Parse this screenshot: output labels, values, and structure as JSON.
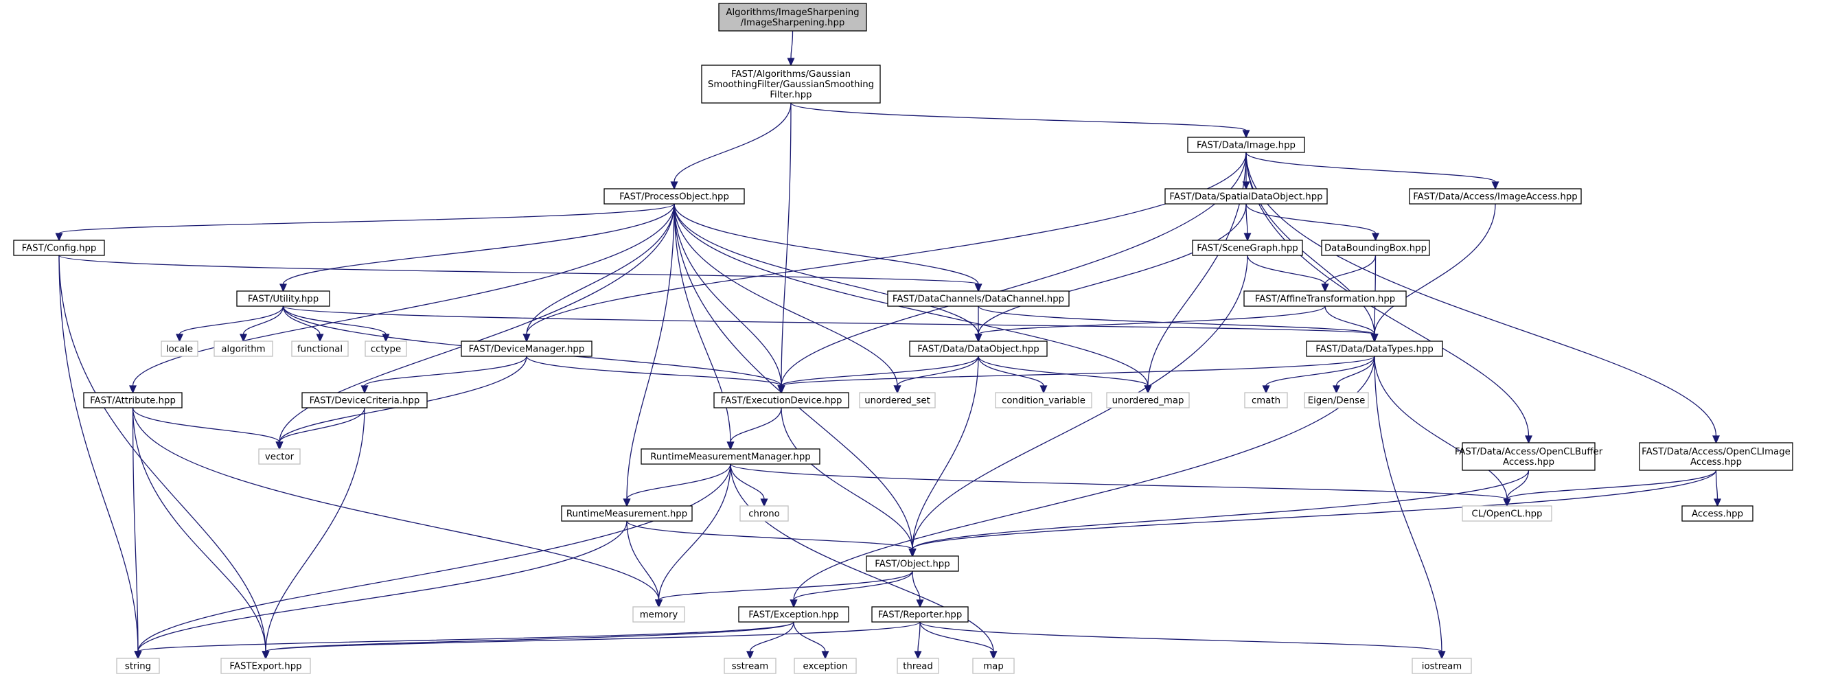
{
  "graph": {
    "nodes": [
      {
        "id": "root",
        "kind": "root",
        "lines": [
          "Algorithms/ImageSharpening",
          "/ImageSharpening.hpp"
        ]
      },
      {
        "id": "gauss",
        "kind": "std",
        "lines": [
          "FAST/Algorithms/Gaussian",
          "SmoothingFilter/GaussianSmoothing",
          "Filter.hpp"
        ]
      },
      {
        "id": "image",
        "kind": "std",
        "lines": [
          "FAST/Data/Image.hpp"
        ]
      },
      {
        "id": "procobj",
        "kind": "std",
        "lines": [
          "FAST/ProcessObject.hpp"
        ]
      },
      {
        "id": "spatial",
        "kind": "std",
        "lines": [
          "FAST/Data/SpatialDataObject.hpp"
        ]
      },
      {
        "id": "imgaccess",
        "kind": "std",
        "lines": [
          "FAST/Data/Access/ImageAccess.hpp"
        ]
      },
      {
        "id": "config",
        "kind": "std",
        "lines": [
          "FAST/Config.hpp"
        ]
      },
      {
        "id": "scenegraph",
        "kind": "std",
        "lines": [
          "FAST/SceneGraph.hpp"
        ]
      },
      {
        "id": "bbox",
        "kind": "std",
        "lines": [
          "DataBoundingBox.hpp"
        ]
      },
      {
        "id": "utility",
        "kind": "std",
        "lines": [
          "FAST/Utility.hpp"
        ]
      },
      {
        "id": "datachannel",
        "kind": "std",
        "lines": [
          "FAST/DataChannels/DataChannel.hpp"
        ]
      },
      {
        "id": "affine",
        "kind": "std",
        "lines": [
          "FAST/AffineTransformation.hpp"
        ]
      },
      {
        "id": "locale",
        "kind": "ext",
        "lines": [
          "locale"
        ]
      },
      {
        "id": "algorithm",
        "kind": "ext",
        "lines": [
          "algorithm"
        ]
      },
      {
        "id": "functional",
        "kind": "ext",
        "lines": [
          "functional"
        ]
      },
      {
        "id": "cctype",
        "kind": "ext",
        "lines": [
          "cctype"
        ]
      },
      {
        "id": "devmgr",
        "kind": "std",
        "lines": [
          "FAST/DeviceManager.hpp"
        ]
      },
      {
        "id": "dataobj",
        "kind": "std",
        "lines": [
          "FAST/Data/DataObject.hpp"
        ]
      },
      {
        "id": "datatypes",
        "kind": "std",
        "lines": [
          "FAST/Data/DataTypes.hpp"
        ]
      },
      {
        "id": "attribute",
        "kind": "std",
        "lines": [
          "FAST/Attribute.hpp"
        ]
      },
      {
        "id": "devcrit",
        "kind": "std",
        "lines": [
          "FAST/DeviceCriteria.hpp"
        ]
      },
      {
        "id": "execdev",
        "kind": "std",
        "lines": [
          "FAST/ExecutionDevice.hpp"
        ]
      },
      {
        "id": "uset",
        "kind": "ext",
        "lines": [
          "unordered_set"
        ]
      },
      {
        "id": "condvar",
        "kind": "ext",
        "lines": [
          "condition_variable"
        ]
      },
      {
        "id": "umap",
        "kind": "ext",
        "lines": [
          "unordered_map"
        ]
      },
      {
        "id": "cmath",
        "kind": "ext",
        "lines": [
          "cmath"
        ]
      },
      {
        "id": "eigen",
        "kind": "ext",
        "lines": [
          "Eigen/Dense"
        ]
      },
      {
        "id": "vector",
        "kind": "ext",
        "lines": [
          "vector"
        ]
      },
      {
        "id": "rtmm",
        "kind": "std",
        "lines": [
          "RuntimeMeasurementManager.hpp"
        ]
      },
      {
        "id": "oclbuf",
        "kind": "std",
        "lines": [
          "FAST/Data/Access/OpenCLBuffer",
          "Access.hpp"
        ]
      },
      {
        "id": "oclimg",
        "kind": "std",
        "lines": [
          "FAST/Data/Access/OpenCLImage",
          "Access.hpp"
        ]
      },
      {
        "id": "rtm",
        "kind": "std",
        "lines": [
          "RuntimeMeasurement.hpp"
        ]
      },
      {
        "id": "chrono",
        "kind": "ext",
        "lines": [
          "chrono"
        ]
      },
      {
        "id": "opencl",
        "kind": "ext",
        "lines": [
          "CL/OpenCL.hpp"
        ]
      },
      {
        "id": "access",
        "kind": "std",
        "lines": [
          "Access.hpp"
        ]
      },
      {
        "id": "object",
        "kind": "std",
        "lines": [
          "FAST/Object.hpp"
        ]
      },
      {
        "id": "memory",
        "kind": "ext",
        "lines": [
          "memory"
        ]
      },
      {
        "id": "exception",
        "kind": "std",
        "lines": [
          "FAST/Exception.hpp"
        ]
      },
      {
        "id": "reporter",
        "kind": "std",
        "lines": [
          "FAST/Reporter.hpp"
        ]
      },
      {
        "id": "string",
        "kind": "ext",
        "lines": [
          "string"
        ]
      },
      {
        "id": "fastexport",
        "kind": "ext",
        "lines": [
          "FASTExport.hpp"
        ]
      },
      {
        "id": "sstream",
        "kind": "ext",
        "lines": [
          "sstream"
        ]
      },
      {
        "id": "exceptionstd",
        "kind": "ext",
        "lines": [
          "exception"
        ]
      },
      {
        "id": "thread",
        "kind": "ext",
        "lines": [
          "thread"
        ]
      },
      {
        "id": "map",
        "kind": "ext",
        "lines": [
          "map"
        ]
      },
      {
        "id": "iostream",
        "kind": "ext",
        "lines": [
          "iostream"
        ]
      }
    ],
    "edges": [
      [
        "root",
        "gauss"
      ],
      [
        "gauss",
        "procobj"
      ],
      [
        "gauss",
        "execdev"
      ],
      [
        "gauss",
        "image"
      ],
      [
        "image",
        "devmgr"
      ],
      [
        "image",
        "execdev"
      ],
      [
        "image",
        "umap"
      ],
      [
        "image",
        "spatial"
      ],
      [
        "image",
        "datatypes"
      ],
      [
        "image",
        "imgaccess"
      ],
      [
        "image",
        "oclbuf"
      ],
      [
        "image",
        "oclimg"
      ],
      [
        "procobj",
        "config"
      ],
      [
        "procobj",
        "attribute"
      ],
      [
        "procobj",
        "utility"
      ],
      [
        "procobj",
        "vector"
      ],
      [
        "procobj",
        "devmgr"
      ],
      [
        "procobj",
        "rtmm"
      ],
      [
        "procobj",
        "rtm"
      ],
      [
        "procobj",
        "object"
      ],
      [
        "procobj",
        "execdev"
      ],
      [
        "procobj",
        "uset"
      ],
      [
        "procobj",
        "dataobj"
      ],
      [
        "procobj",
        "datachannel"
      ],
      [
        "procobj",
        "umap"
      ],
      [
        "spatial",
        "scenegraph"
      ],
      [
        "spatial",
        "bbox"
      ],
      [
        "spatial",
        "dataobj"
      ],
      [
        "imgaccess",
        "datatypes"
      ],
      [
        "config",
        "datachannel"
      ],
      [
        "config",
        "string"
      ],
      [
        "config",
        "fastexport"
      ],
      [
        "scenegraph",
        "affine"
      ],
      [
        "scenegraph",
        "object"
      ],
      [
        "bbox",
        "affine"
      ],
      [
        "bbox",
        "datatypes"
      ],
      [
        "utility",
        "locale"
      ],
      [
        "utility",
        "algorithm"
      ],
      [
        "utility",
        "functional"
      ],
      [
        "utility",
        "cctype"
      ],
      [
        "utility",
        "execdev"
      ],
      [
        "utility",
        "datatypes"
      ],
      [
        "datachannel",
        "dataobj"
      ],
      [
        "datachannel",
        "datatypes"
      ],
      [
        "affine",
        "dataobj"
      ],
      [
        "affine",
        "datatypes"
      ],
      [
        "devmgr",
        "devcrit"
      ],
      [
        "devmgr",
        "vector"
      ],
      [
        "devmgr",
        "execdev"
      ],
      [
        "dataobj",
        "execdev"
      ],
      [
        "dataobj",
        "uset"
      ],
      [
        "dataobj",
        "condvar"
      ],
      [
        "dataobj",
        "umap"
      ],
      [
        "dataobj",
        "object"
      ],
      [
        "datatypes",
        "execdev"
      ],
      [
        "datatypes",
        "cmath"
      ],
      [
        "datatypes",
        "eigen"
      ],
      [
        "datatypes",
        "opencl"
      ],
      [
        "datatypes",
        "exception"
      ],
      [
        "datatypes",
        "iostream"
      ],
      [
        "attribute",
        "vector"
      ],
      [
        "attribute",
        "memory"
      ],
      [
        "attribute",
        "string"
      ],
      [
        "attribute",
        "fastexport"
      ],
      [
        "devcrit",
        "vector"
      ],
      [
        "devcrit",
        "fastexport"
      ],
      [
        "execdev",
        "rtmm"
      ],
      [
        "execdev",
        "object"
      ],
      [
        "rtmm",
        "rtm"
      ],
      [
        "rtmm",
        "chrono"
      ],
      [
        "rtmm",
        "memory"
      ],
      [
        "rtmm",
        "opencl"
      ],
      [
        "rtmm",
        "map"
      ],
      [
        "rtmm",
        "string"
      ],
      [
        "oclbuf",
        "opencl"
      ],
      [
        "oclbuf",
        "object"
      ],
      [
        "oclimg",
        "access"
      ],
      [
        "oclimg",
        "opencl"
      ],
      [
        "oclimg",
        "object"
      ],
      [
        "rtm",
        "memory"
      ],
      [
        "rtm",
        "object"
      ],
      [
        "rtm",
        "string"
      ],
      [
        "object",
        "memory"
      ],
      [
        "object",
        "exception"
      ],
      [
        "object",
        "reporter"
      ],
      [
        "exception",
        "string"
      ],
      [
        "exception",
        "sstream"
      ],
      [
        "exception",
        "exceptionstd"
      ],
      [
        "exception",
        "fastexport"
      ],
      [
        "reporter",
        "thread"
      ],
      [
        "reporter",
        "map"
      ],
      [
        "reporter",
        "iostream"
      ],
      [
        "reporter",
        "fastexport"
      ]
    ]
  },
  "colors": {
    "edge": "#191970",
    "root_fill": "#bfbfbf",
    "node_border": "#000000",
    "external_border": "#bfbfbf",
    "background": "#ffffff"
  }
}
